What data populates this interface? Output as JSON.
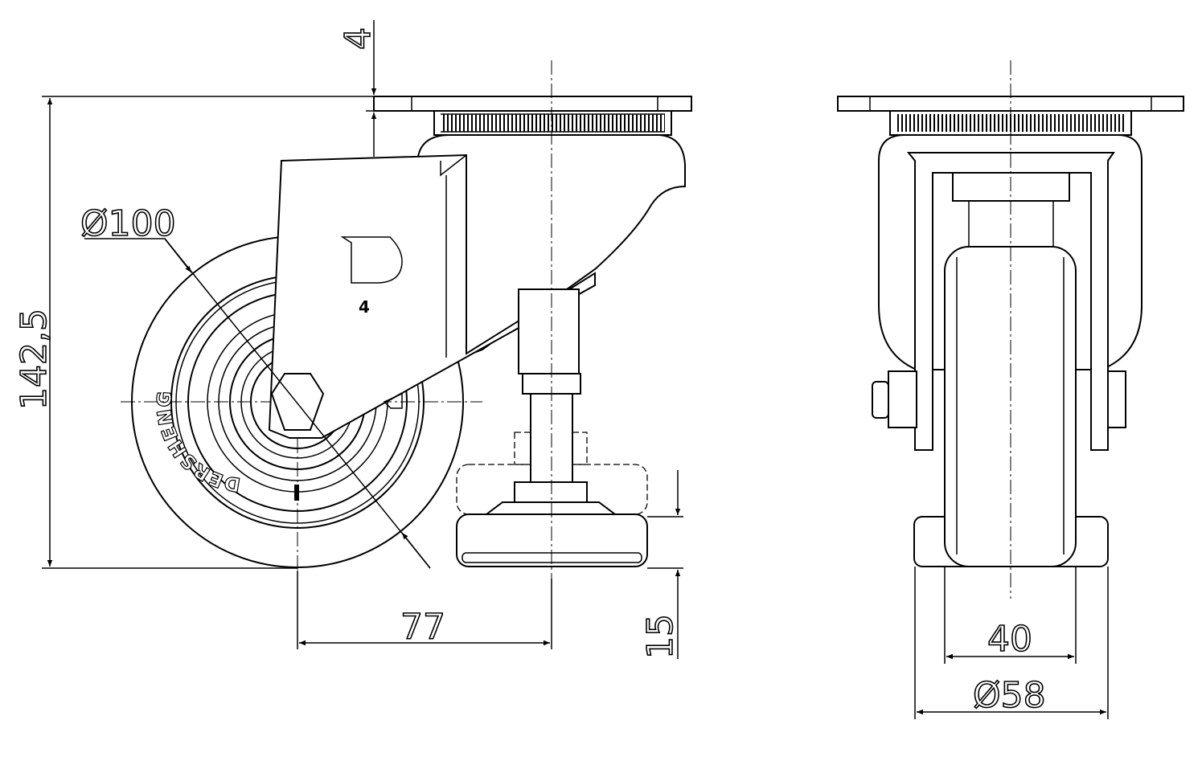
{
  "dimensions": {
    "plate_gap": "4",
    "wheel_diameter": "Ø100",
    "total_height": "142,5",
    "offset": "77",
    "foot_height": "15",
    "wheel_width": "40",
    "bracket_width": "Ø58"
  },
  "markings": {
    "brand_wheel": "DERSHENG",
    "logo_number": "4"
  }
}
